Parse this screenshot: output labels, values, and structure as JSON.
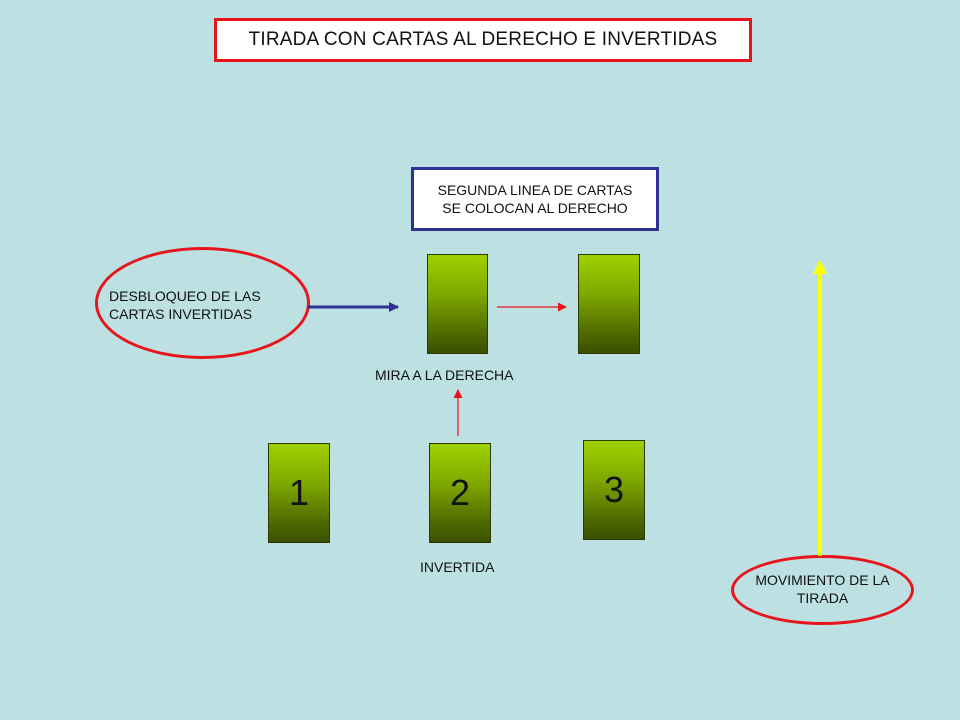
{
  "title": "TIRADA CON CARTAS AL DERECHO E INVERTIDAS",
  "second_line": {
    "line1": "SEGUNDA LINEA DE CARTAS",
    "line2": "SE COLOCAN AL DERECHO"
  },
  "unlock_note": {
    "line1": "DESBLOQUEO DE LAS",
    "line2": "CARTAS INVERTIDAS"
  },
  "look_right_label": "MIRA A LA DERECHA",
  "inverted_label": "INVERTIDA",
  "movement_note": {
    "line1": "MOVIMIENTO  DE LA",
    "line2": "TIRADA"
  },
  "cards_bottom": [
    "1",
    "2",
    "3"
  ],
  "colors": {
    "background": "#bde0e3",
    "title_border": "#e8141c",
    "box_border": "#2e3192",
    "arrow_blue": "#2e3192",
    "arrow_red": "#e8141c",
    "arrow_yellow": "#ffff00",
    "card_top": "#9fd100",
    "card_bottom": "#3b5000"
  }
}
